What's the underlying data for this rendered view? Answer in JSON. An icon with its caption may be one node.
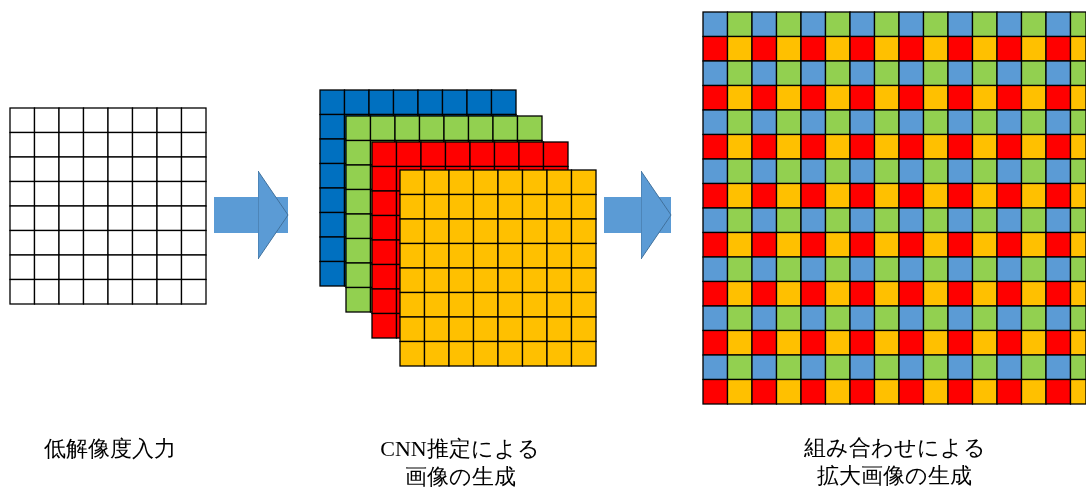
{
  "diagram": {
    "nodes": [
      {
        "text": [],
        "shape": "picture"
      },
      {
        "text": [],
        "shape": "picture",
        "beside": [
          "CNN推定による画像の生成"
        ]
      },
      {
        "text": [],
        "shape": "picture",
        "beside": [
          "組み合わせによる拡大画像の生成"
        ]
      }
    ],
    "edges": [
      {
        "from": 0,
        "to": 1,
        "arrow": "to"
      },
      {
        "from": 1,
        "to": 2,
        "arrow": "to"
      }
    ],
    "labels": [
      "低解像度入力"
    ]
  }
}
